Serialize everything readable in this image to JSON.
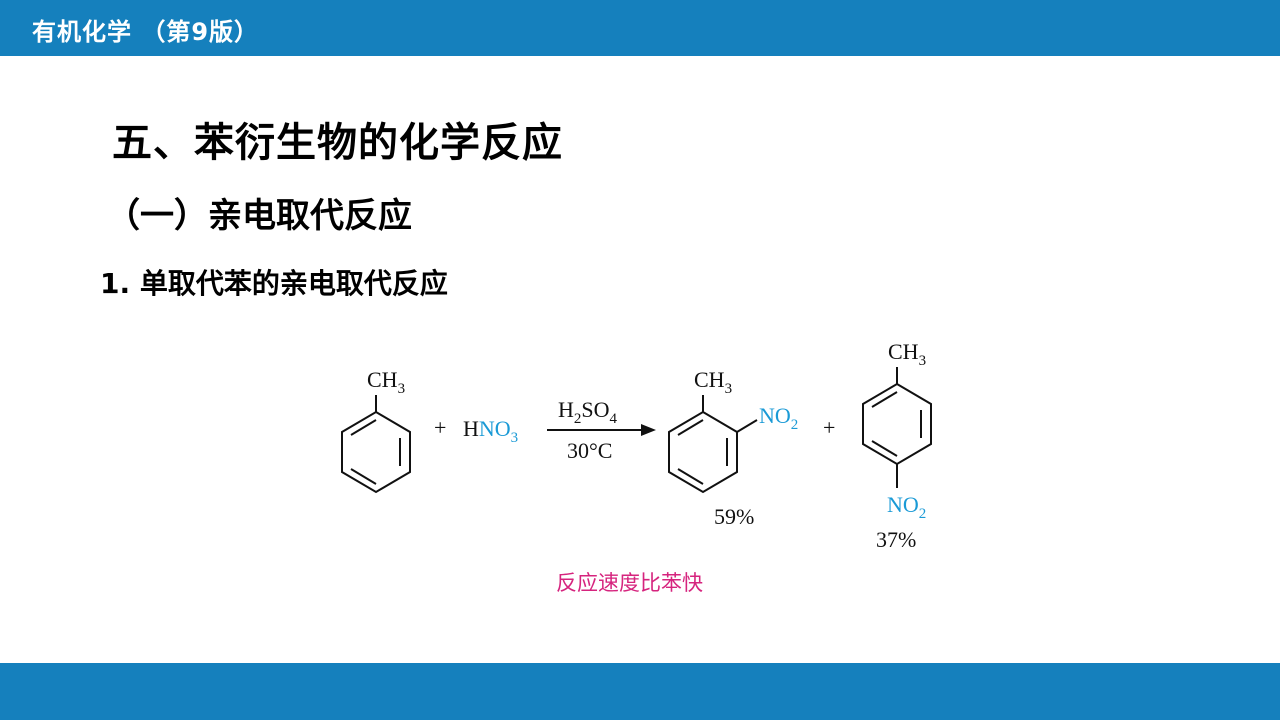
{
  "header": {
    "course_title": "有机化学 （第9版）"
  },
  "headings": {
    "section": "五、苯衍生物的化学反应",
    "subsection": "（一）亲电取代反应",
    "topic": "1. 单取代苯的亲电取代反应"
  },
  "reaction": {
    "reactant_substituent": "CH",
    "sub3": "3",
    "plus": "+",
    "reagent_h": "H",
    "reagent_no": "NO",
    "catalyst_h": "H",
    "catalyst_2": "2",
    "catalyst_so": "SO",
    "catalyst_4": "4",
    "condition": "30°C",
    "nitro": "NO",
    "nitro_sub": "2",
    "ortho_yield": "59%",
    "para_yield": "37%"
  },
  "note": "反应速度比苯快",
  "colors": {
    "bar": "#1580bd",
    "accent": "#1a9ad6",
    "note": "#d6247e"
  }
}
